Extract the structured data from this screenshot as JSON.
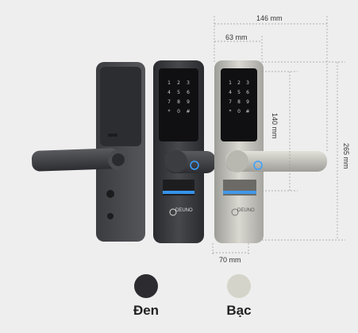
{
  "dimensions": {
    "width": "146 mm",
    "face_width": "63 mm",
    "keypad_height": "140 mm",
    "total_height": "265 mm",
    "depth": "70 mm"
  },
  "brand": "DEUNO",
  "keypad_keys": [
    "1",
    "2",
    "3",
    "4",
    "5",
    "6",
    "7",
    "8",
    "9",
    "*",
    "0",
    "#"
  ],
  "colors": [
    {
      "name": "Đen",
      "hex": "#2b2b30"
    },
    {
      "name": "Bạc",
      "hex": "#d5d4ca"
    }
  ],
  "accent_led": "#3aa0ff"
}
